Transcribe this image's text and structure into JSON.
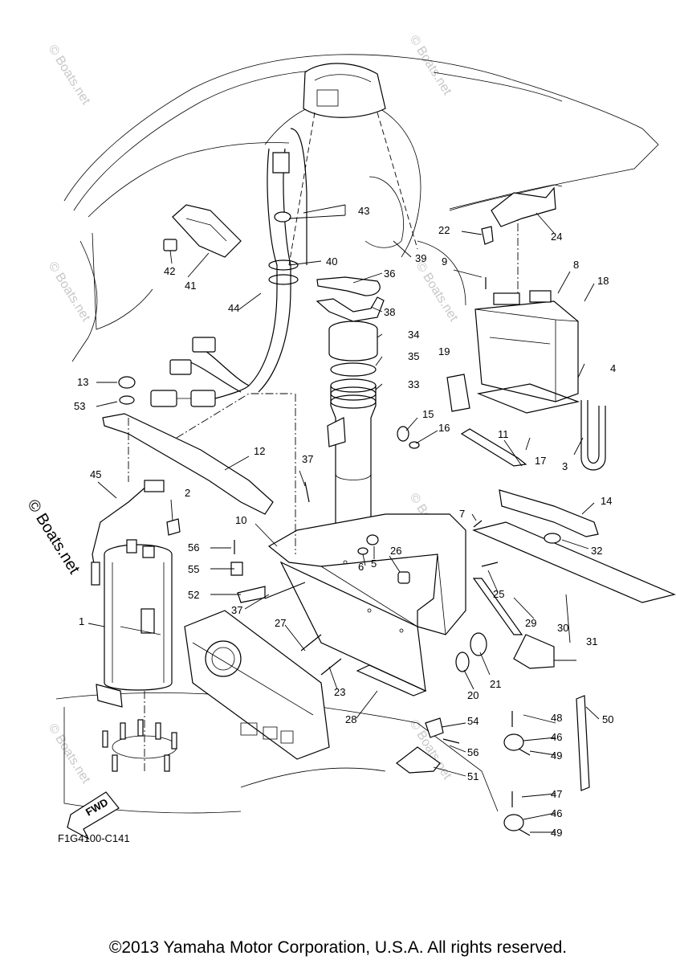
{
  "diagram": {
    "code": "F1G4100-C141",
    "direction_label": "FWD",
    "copyright": "©2013 Yamaha Motor Corporation, U.S.A. All rights reserved.",
    "watermark": "© Boats.net",
    "callouts": [
      "1",
      "2",
      "3",
      "4",
      "5",
      "6",
      "7",
      "8",
      "9",
      "10",
      "11",
      "12",
      "13",
      "14",
      "15",
      "16",
      "17",
      "18",
      "19",
      "20",
      "21",
      "22",
      "23",
      "24",
      "25",
      "26",
      "27",
      "28",
      "29",
      "30",
      "31",
      "32",
      "33",
      "34",
      "35",
      "36",
      "37",
      "37",
      "38",
      "39",
      "40",
      "41",
      "42",
      "43",
      "44",
      "45",
      "46",
      "46",
      "47",
      "48",
      "49",
      "49",
      "50",
      "51",
      "52",
      "53",
      "54",
      "55",
      "56",
      "56"
    ]
  }
}
